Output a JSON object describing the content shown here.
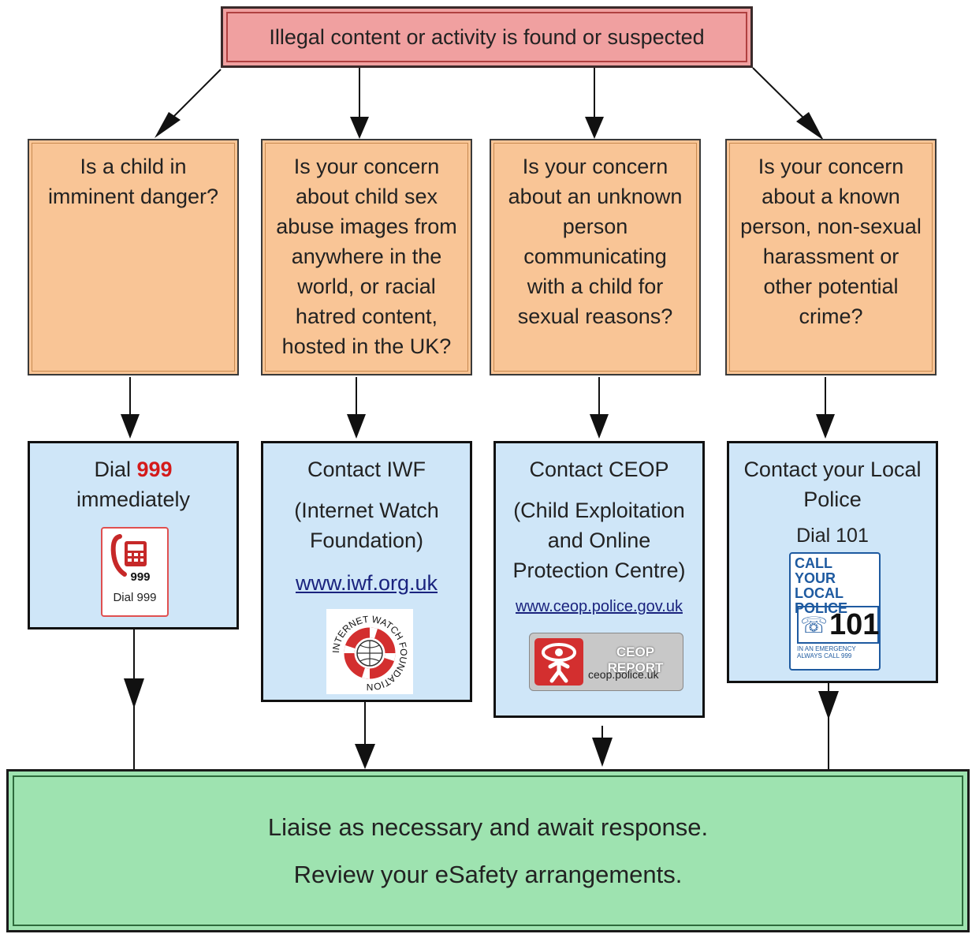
{
  "top": {
    "text": "Illegal content or activity is found or suspected"
  },
  "questions": [
    {
      "lines": [
        "Is a child in",
        "imminent danger?"
      ]
    },
    {
      "lines": [
        "Is your concern",
        "about child sex",
        "abuse images from",
        "anywhere in the",
        "world, or racial",
        "hatred content,",
        "hosted in the UK?"
      ]
    },
    {
      "lines": [
        "Is your concern",
        "about an unknown",
        "person",
        "communicating",
        "with a child for",
        "sexual reasons?"
      ]
    },
    {
      "lines": [
        "Is your concern",
        "about a known",
        "person, non-sexual",
        "harassment or",
        "other potential",
        "crime?"
      ]
    }
  ],
  "actions": {
    "emergency": {
      "prefix": "Dial ",
      "number": "999",
      "line2": "immediately",
      "logo_number": "999",
      "logo_caption": "Dial 999"
    },
    "iwf": {
      "title": "Contact IWF",
      "sub1": "(Internet Watch",
      "sub2": "Foundation)",
      "link": "www.iwf.org.uk",
      "logo_text": "INTERNET WATCH FOUNDATION"
    },
    "ceop": {
      "title": "Contact CEOP",
      "sub1": "(Child Exploitation",
      "sub2": "and Online",
      "sub3": "Protection Centre)",
      "link": "www.ceop.police.gov.uk",
      "logo_title": "CEOP REPORT",
      "logo_url": "ceop.police.uk"
    },
    "police": {
      "title1": "Contact your Local",
      "title2": "Police",
      "dial": "Dial 101",
      "logo_l1": "CALL YOUR",
      "logo_l2": "LOCAL",
      "logo_l3": "POLICE",
      "logo_number": "101",
      "logo_foot1": "IN AN EMERGENCY",
      "logo_foot2": "ALWAYS CALL 999"
    }
  },
  "bottom": {
    "line1": "Liaise as necessary and await response.",
    "line2": "Review your eSafety arrangements."
  },
  "colors": {
    "top_fill": "#f0a0a0",
    "question_fill": "#f9c596",
    "action_fill": "#cfe6f8",
    "bottom_fill": "#9ee3b0",
    "emergency_red": "#d41a1a",
    "link_blue": "#1a237e"
  }
}
